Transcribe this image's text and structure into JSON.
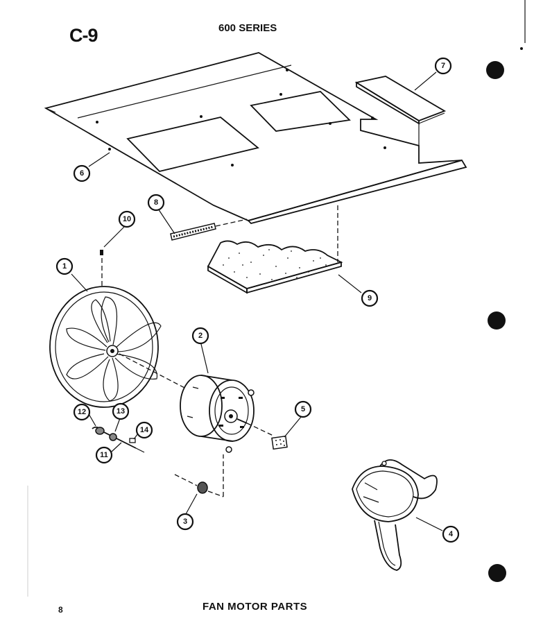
{
  "header": {
    "code": "C-9",
    "series": "600 SERIES"
  },
  "footer": {
    "page": "8",
    "title": "FAN MOTOR PARTS"
  },
  "callouts": [
    "1",
    "2",
    "3",
    "4",
    "5",
    "6",
    "7",
    "8",
    "9",
    "10",
    "11",
    "12",
    "13",
    "14"
  ],
  "colors": {
    "ink": "#111111",
    "paper": "#ffffff"
  }
}
